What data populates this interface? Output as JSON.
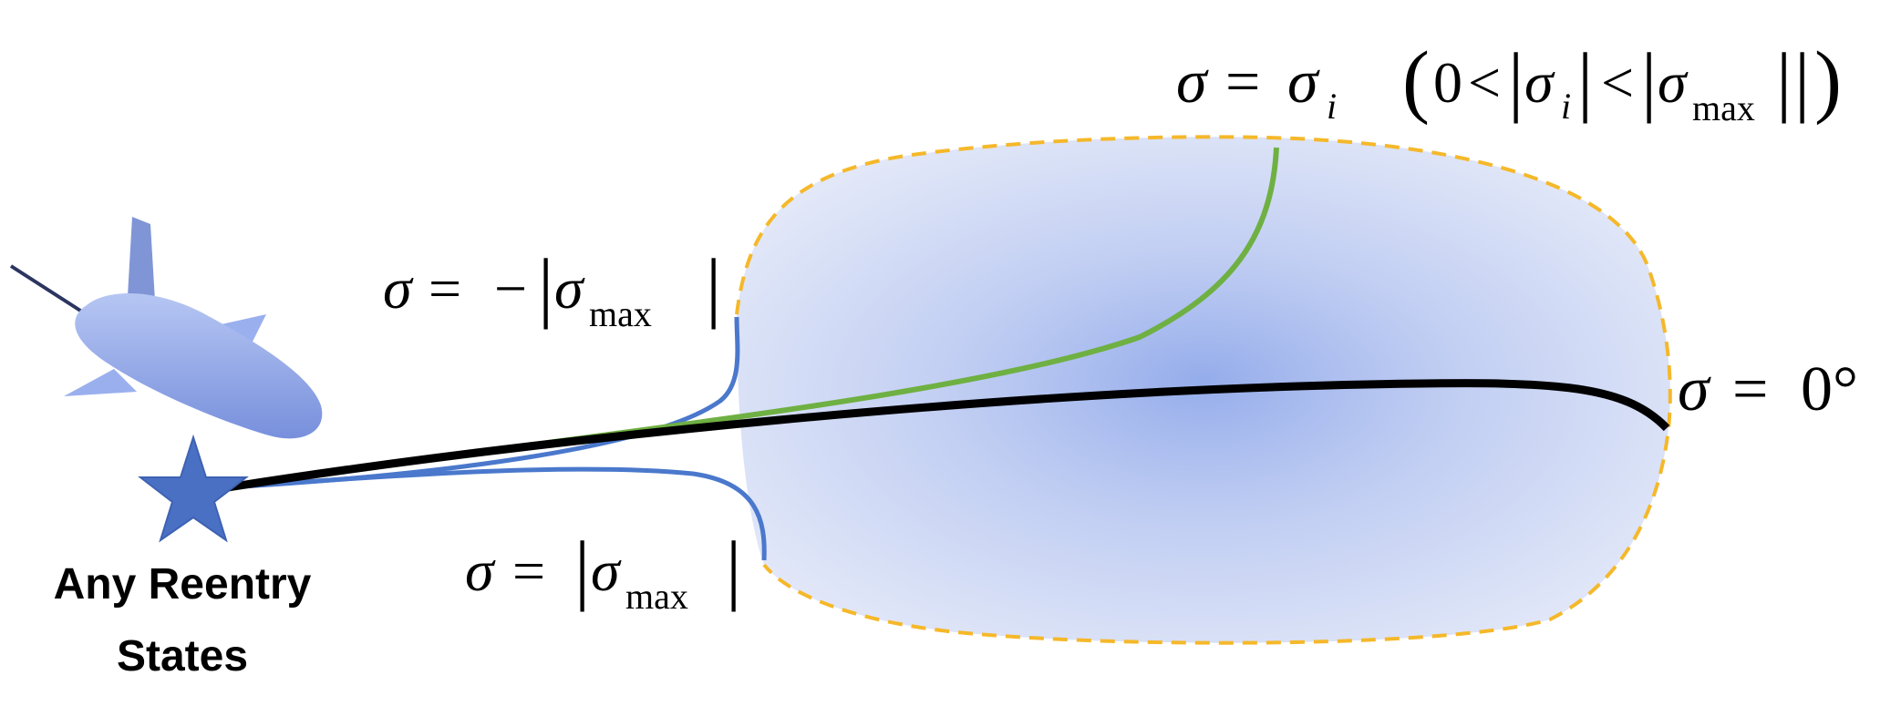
{
  "labels": {
    "start_line1": "Any Reentry",
    "start_line2": "States",
    "sigma": "σ",
    "equals": "=",
    "minus": "−",
    "max_sub": "max",
    "i_sub": "i",
    "zero_deg": "0°",
    "less_than": "<",
    "zero": "0",
    "bar": "|",
    "paren_open": "(",
    "paren_close": ")"
  },
  "colors": {
    "region_fill": "#8fa8ea",
    "region_boundary": "#f5b82a",
    "curve_neg_max": "#4a78cc",
    "curve_pos_max": "#4a78cc",
    "curve_sigma_i": "#6fb043",
    "curve_zero": "#000000",
    "star": "#4a70c4",
    "vehicle": "#8ea6ea"
  },
  "icons": {
    "vehicle": "reentry-vehicle-icon",
    "start": "star-icon"
  }
}
